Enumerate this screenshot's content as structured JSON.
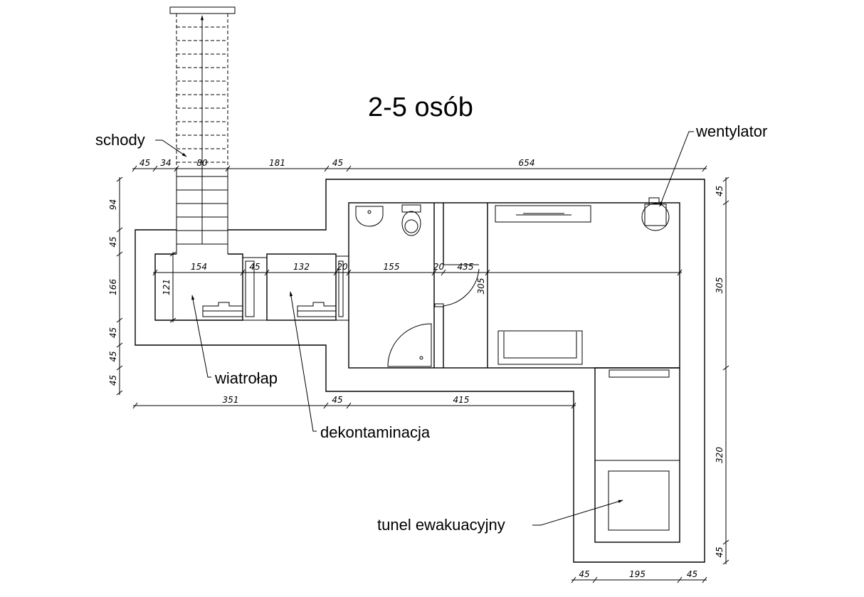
{
  "title": "2-5 osób",
  "labels": {
    "stairs": "schody",
    "fan": "wentylator",
    "vestibule": "wiatrołap",
    "decontamination": "dekontaminacja",
    "tunnel": "tunel ewakuacyjny"
  },
  "dimensions": {
    "top": [
      "45",
      "34",
      "80",
      "181",
      "45",
      "654"
    ],
    "inner": [
      "154",
      "45",
      "132",
      "20",
      "155",
      "20",
      "435"
    ],
    "vestibule_height": "121",
    "room_height": "305",
    "left": [
      "94",
      "45",
      "166",
      "45",
      "45",
      "45"
    ],
    "right": [
      "45",
      "305",
      "320",
      "45"
    ],
    "bottom_mid": [
      "351",
      "45",
      "415"
    ],
    "bottom_tunnel": [
      "45",
      "195",
      "45"
    ]
  }
}
